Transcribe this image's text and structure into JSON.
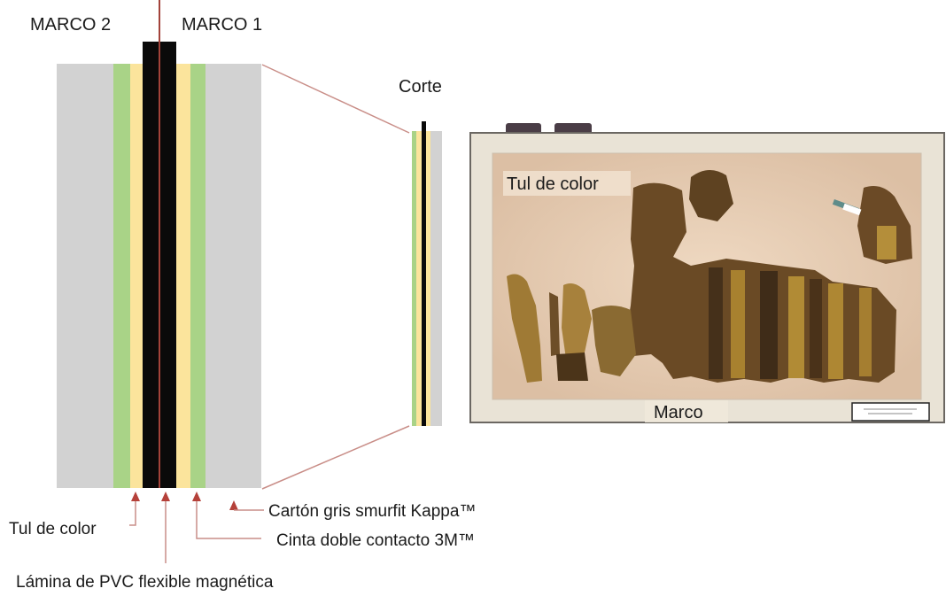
{
  "labels": {
    "marco2": "MARCO 2",
    "marco1": "MARCO 1",
    "corte": "Corte",
    "tul_top": "Tul de color",
    "marco_bottom": "Marco",
    "tul_left": "Tul de color",
    "carton": "Cartón gris smurfit Kappa™",
    "cinta": "Cinta doble contacto 3M™",
    "lamina": "Lámina de PVC flexible magnética"
  },
  "colors": {
    "carton_gray": "#d2d2d2",
    "tul_green": "#a9d387",
    "cinta_yellow": "#fbe49c",
    "pvc_black": "#0a0a0a",
    "center_line": "#a3433a",
    "arrow_red": "#b5413a",
    "guide_line": "#c98e88",
    "frame_board": "#e9e3d6",
    "textile_bg": "#e8cfb6"
  },
  "icons": {
    "arrows": "arrow-up-icon"
  }
}
